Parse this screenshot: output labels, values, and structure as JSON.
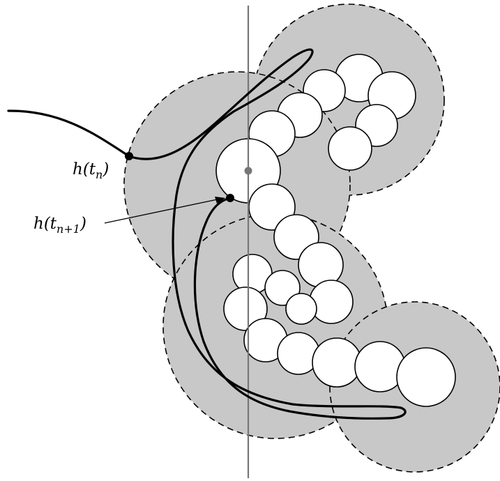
{
  "labels": {
    "h_tn": {
      "fn": "h(",
      "var": "t",
      "sub": "n",
      "close": ")"
    },
    "h_tn1": {
      "fn": "h(",
      "var": "t",
      "sub": "n+1",
      "close": ")"
    }
  },
  "colors": {
    "big_disk_fill": "#c8c8c8",
    "small_disk_fill": "#ffffff",
    "vertical_line": "#777777",
    "center_dot": "#777777",
    "ink": "#000000"
  }
}
